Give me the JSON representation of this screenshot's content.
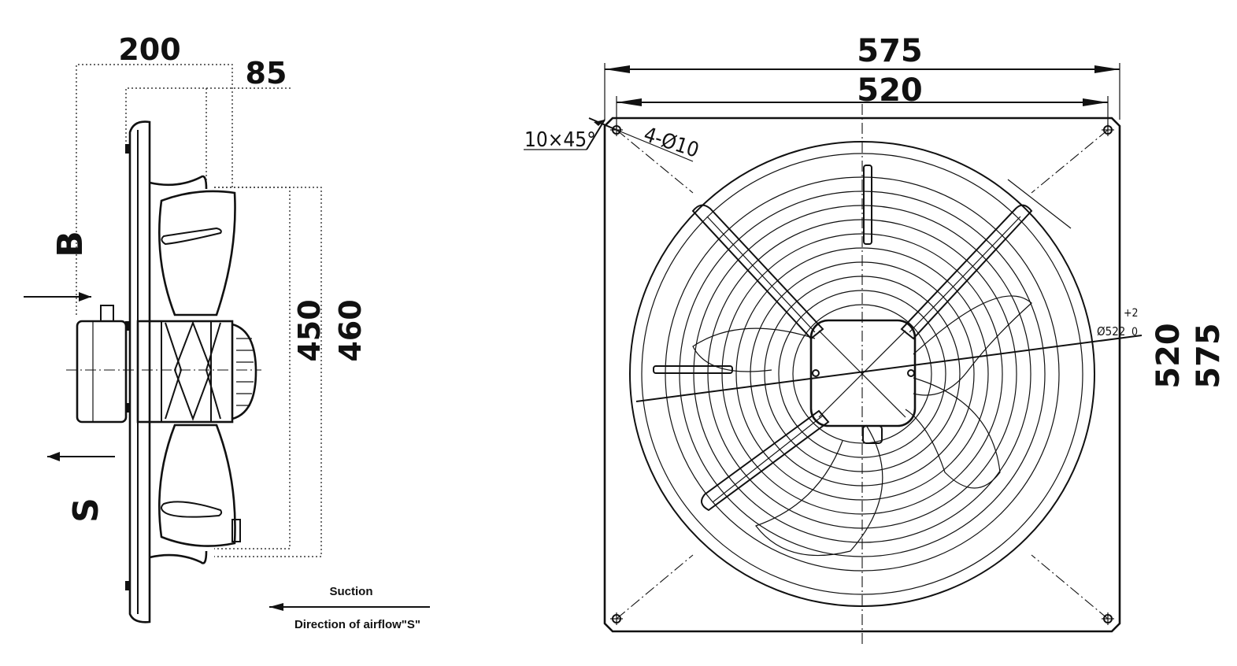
{
  "side_view": {
    "dim_overall_depth": "200",
    "dim_guard_depth": "85",
    "dim_blade_height": "450",
    "dim_housing_height": "460",
    "airflow_label_b": "B",
    "airflow_label_s": "S",
    "suction_label": "Suction",
    "direction_label": "Direction of airflow\"S\""
  },
  "front_view": {
    "dim_plate_width": "575",
    "dim_hole_spacing_width": "520",
    "dim_hole_spacing_height": "520",
    "dim_plate_height": "575",
    "chamfer_label": "10×45°",
    "holes_label": "4-Ø10",
    "diameter_label": "Ø522",
    "tolerance_upper": "+2",
    "tolerance_lower": "0"
  }
}
